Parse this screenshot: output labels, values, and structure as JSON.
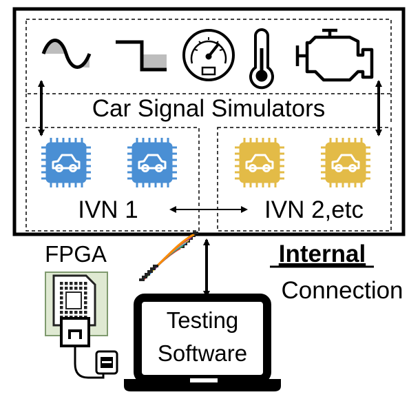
{
  "labels": {
    "simulators": "Car Signal Simulators",
    "ivn1": "IVN 1",
    "ivn2": "IVN 2,etc",
    "fpga": "FPGA",
    "internal": "Internal",
    "connection": "Connection",
    "laptop_line1": "Testing",
    "laptop_line2": "Software"
  },
  "icons": [
    "sine-wave",
    "square-wave",
    "speedometer",
    "thermometer",
    "engine"
  ],
  "colors": {
    "ivn1_chip": "#4a8fd4",
    "ivn2_chip": "#e3bb47",
    "fpga_board": "#dfe9d2",
    "wire_colors": [
      "#e53935",
      "#43a047",
      "#1e88e5",
      "#fdd835",
      "#8e24aa",
      "#fb8c00"
    ]
  }
}
